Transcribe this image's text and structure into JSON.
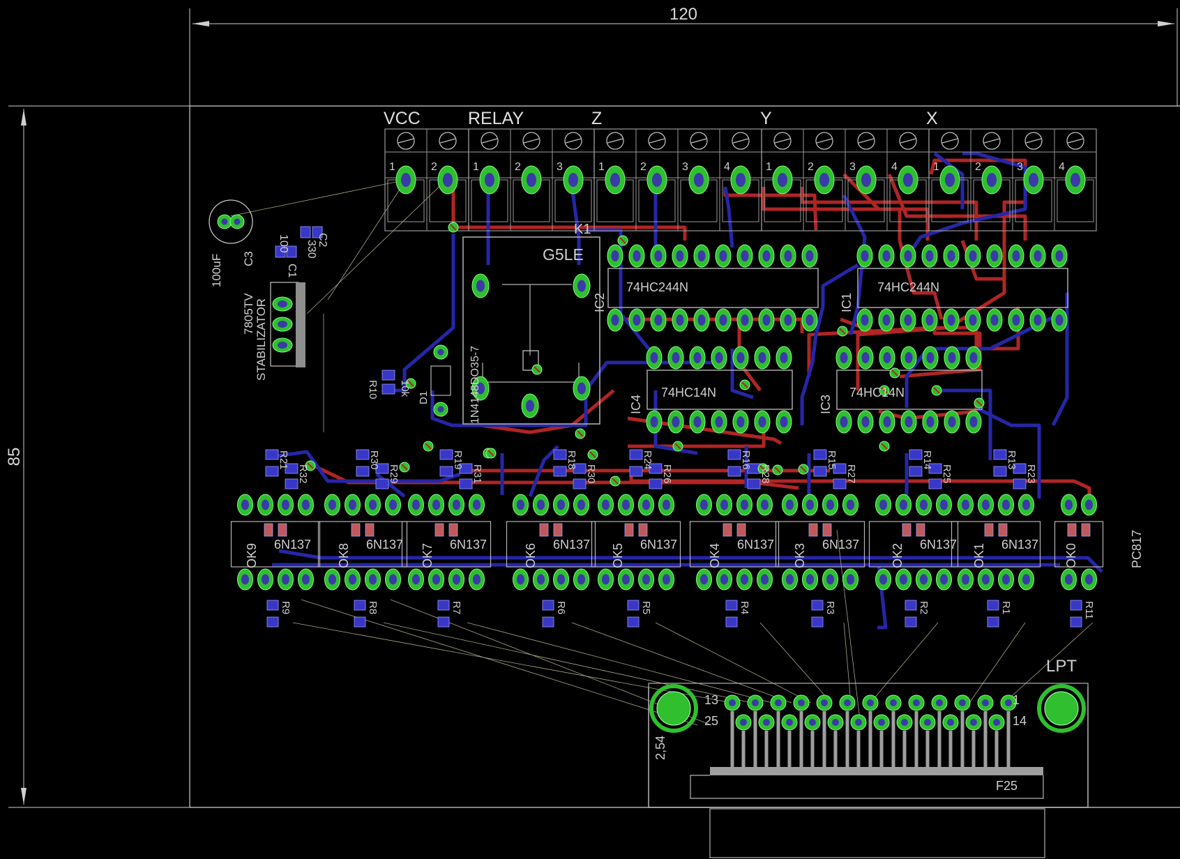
{
  "dimensions": {
    "width_label": "120",
    "height_label": "85"
  },
  "headers": [
    "VCC",
    "RELAY",
    "Z",
    "Y",
    "X"
  ],
  "terminal_pins": [
    "1",
    "2",
    "1",
    "2",
    "3",
    "1",
    "2",
    "3",
    "4",
    "1",
    "2",
    "3",
    "4",
    "1",
    "2",
    "3",
    "4"
  ],
  "relay": {
    "ref": "K1",
    "value": "G5LE"
  },
  "ic_refs": [
    "IC2",
    "IC1",
    "IC4",
    "IC3"
  ],
  "ic_values": [
    "74HC244N",
    "74HC244N",
    "74HC14N",
    "74HC14N"
  ],
  "regulator": {
    "value": "7805TV",
    "label": "STABILIZATOR"
  },
  "cap": {
    "ref": "C3",
    "value": "100uF"
  },
  "cap_small": {
    "refs": [
      "C1",
      "C2"
    ],
    "values": [
      "100",
      "330"
    ]
  },
  "diode": {
    "ref": "D1",
    "value": "1N4148DO35-7"
  },
  "resistor_r10": {
    "ref": "R10",
    "value": "10k"
  },
  "optocoupler_refs": [
    "OK9",
    "OK8",
    "OK7",
    "OK6",
    "OK5",
    "OK4",
    "OK3",
    "OK2",
    "OK1",
    "OK0"
  ],
  "optocoupler_value": "6N137",
  "optocoupler_last_value": "PC817",
  "pullup_refs": [
    "R21",
    "R30",
    "R19",
    "R18",
    "R24",
    "R16",
    "R15",
    "R14",
    "R13"
  ],
  "pullup_refs_2": [
    "R32",
    "R29",
    "R31",
    "R30",
    "R26",
    "R28",
    "R27",
    "R25",
    "R23"
  ],
  "bottom_resistors": [
    "R9",
    "R8",
    "R7",
    "R6",
    "R5",
    "R4",
    "R3",
    "R2",
    "R1",
    "R11"
  ],
  "connector": {
    "ref": "LPT",
    "value": "F25",
    "pin_labels": [
      "13",
      "25",
      "1",
      "14"
    ],
    "pitch": "2,54"
  }
}
